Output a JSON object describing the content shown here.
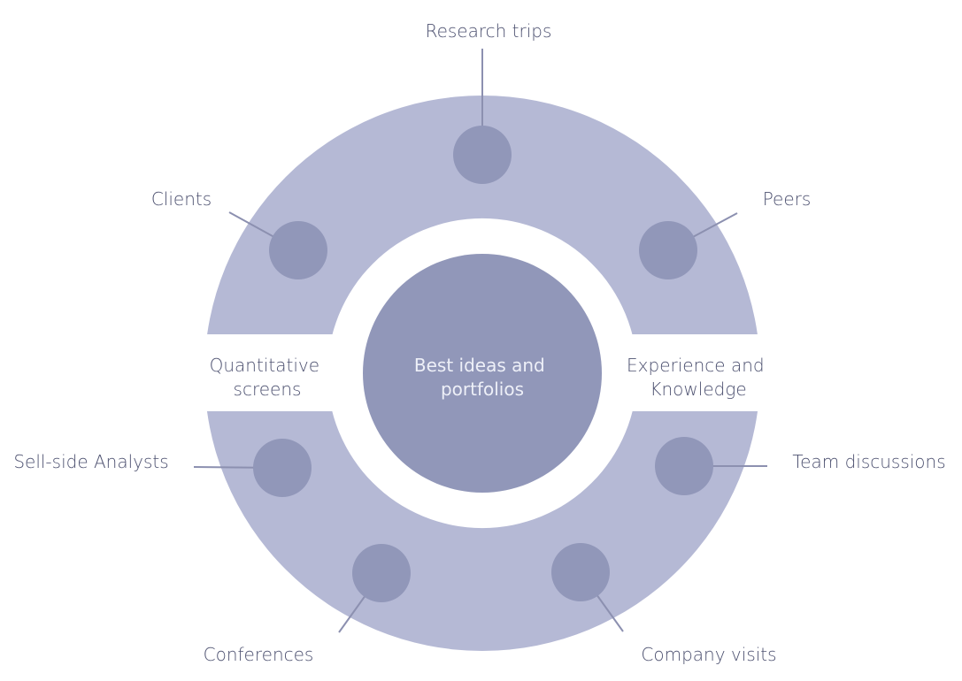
{
  "colors": {
    "ring": "#b5b9d5",
    "node": "#9197b9",
    "center": "#9197b9",
    "connector": "#8c90b0",
    "label": "#4d5170",
    "center_text": "#eef0f8",
    "background": "#ffffff"
  },
  "center": {
    "lines": [
      "Best ideas and",
      "portfolios"
    ]
  },
  "side_labels": {
    "left": [
      "Quantitative",
      "screens"
    ],
    "right": [
      "Experience and",
      "Knowledge"
    ]
  },
  "nodes": [
    {
      "id": "research-trips",
      "label": "Research trips",
      "angle_deg": 90,
      "group": "upper"
    },
    {
      "id": "clients",
      "label": "Clients",
      "angle_deg": 152,
      "group": "upper"
    },
    {
      "id": "peers",
      "label": "Peers",
      "angle_deg": 28,
      "group": "upper"
    },
    {
      "id": "sell-side-analysts",
      "label": "Sell-side Analysts",
      "angle_deg": 204,
      "group": "lower"
    },
    {
      "id": "team-discussions",
      "label": "Team discussions",
      "angle_deg": 336,
      "group": "lower"
    },
    {
      "id": "conferences",
      "label": "Conferences",
      "angle_deg": 245,
      "group": "lower"
    },
    {
      "id": "company-visits",
      "label": "Company visits",
      "angle_deg": 296,
      "group": "lower"
    }
  ]
}
